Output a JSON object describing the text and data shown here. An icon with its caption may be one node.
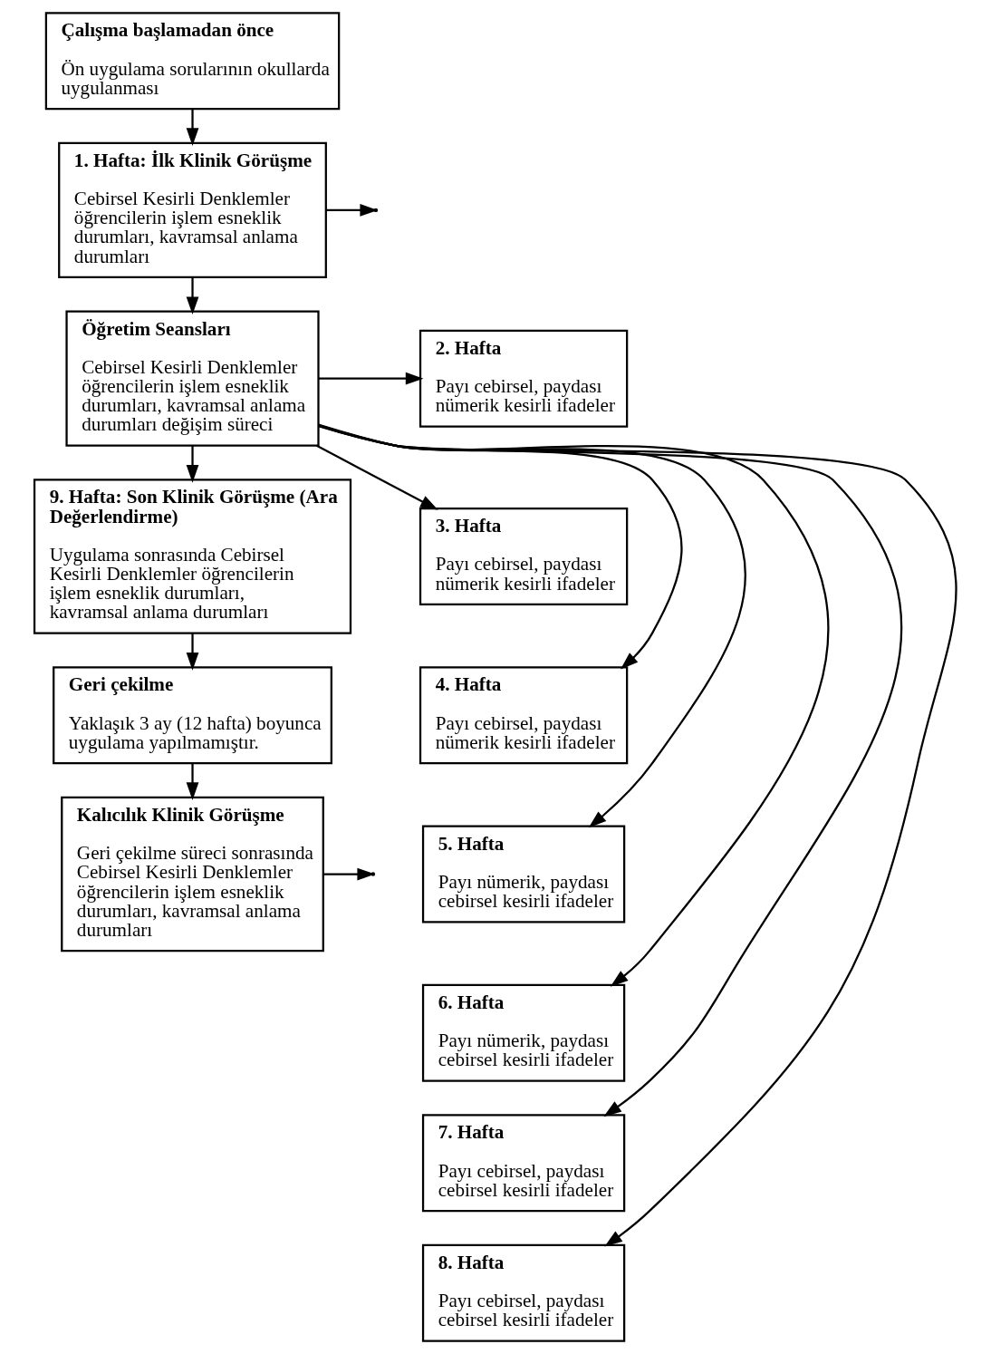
{
  "diagram": {
    "nodes": [
      {
        "text": [
          "Çalışma başlamadan önce",
          "Ön uygulama sorularının okullarda uygulanması"
        ]
      },
      {
        "text": [
          "1. Hafta: İlk Klinik Görüşme",
          "Cebirsel Kesirli Denklemler öğrencilerin işlem esneklik durumları, kavramsal anlama durumları"
        ]
      },
      {
        "text": [
          "Öğretim Seansları",
          "Cebirsel Kesirli Denklemler öğrencilerin işlem esneklik durumları, kavramsal anlama durumları değişim süreci"
        ]
      },
      {
        "text": [
          "9. Hafta: Son Klinik Görüşme (Ara Değerlendirme)",
          "Uygulama sonrasında Cebirsel Kesirli Denklemler öğrencilerin işlem esneklik durumları, kavramsal anlama durumları"
        ]
      },
      {
        "text": [
          "Geri çekilme",
          "Yaklaşık 3 ay (12 hafta) boyunca uygulama yapılmamıştır."
        ]
      },
      {
        "text": [
          "Kalıcılık Klinik Görüşme",
          "Geri çekilme süreci sonrasında Cebirsel Kesirli Denklemler öğrencilerin işlem esneklik durumları, kavramsal anlama durumları"
        ]
      },
      {
        "text": [
          "2. Hafta",
          "Payı cebirsel, paydası nümerik kesirli ifadeler"
        ]
      },
      {
        "text": [
          "3. Hafta",
          "Payı cebirsel, paydası nümerik kesirli ifadeler"
        ]
      },
      {
        "text": [
          "4. Hafta",
          "Payı cebirsel, paydası nümerik kesirli ifadeler"
        ]
      },
      {
        "text": [
          "5. Hafta",
          "Payı nümerik, paydası cebirsel kesirli ifadeler"
        ]
      },
      {
        "text": [
          "6. Hafta",
          "Payı nümerik, paydası cebirsel kesirli ifadeler"
        ]
      },
      {
        "text": [
          "7. Hafta",
          "Payı cebirsel, paydası cebirsel kesirli ifadeler"
        ]
      },
      {
        "text": [
          "8. Hafta",
          "Payı cebirsel, paydası cebirsel kesirli ifadeler"
        ]
      }
    ],
    "edges": [
      {
        "from": 0,
        "to": 1,
        "arrow": "to"
      },
      {
        "from": 1,
        "to": null,
        "arrow": "to"
      },
      {
        "from": 1,
        "to": 2,
        "arrow": "to"
      },
      {
        "from": 2,
        "to": 6,
        "arrow": "to"
      },
      {
        "from": 2,
        "to": 7,
        "arrow": "to"
      },
      {
        "from": 2,
        "to": 8,
        "arrow": "to"
      },
      {
        "from": 2,
        "to": 9,
        "arrow": "to"
      },
      {
        "from": 2,
        "to": 10,
        "arrow": "to"
      },
      {
        "from": 2,
        "to": 11,
        "arrow": "to"
      },
      {
        "from": 2,
        "to": 12,
        "arrow": "to"
      },
      {
        "from": 2,
        "to": 3,
        "arrow": "to"
      },
      {
        "from": 3,
        "to": 4,
        "arrow": "to"
      },
      {
        "from": 4,
        "to": 5,
        "arrow": "to"
      },
      {
        "from": 5,
        "to": null,
        "arrow": "to"
      }
    ]
  }
}
